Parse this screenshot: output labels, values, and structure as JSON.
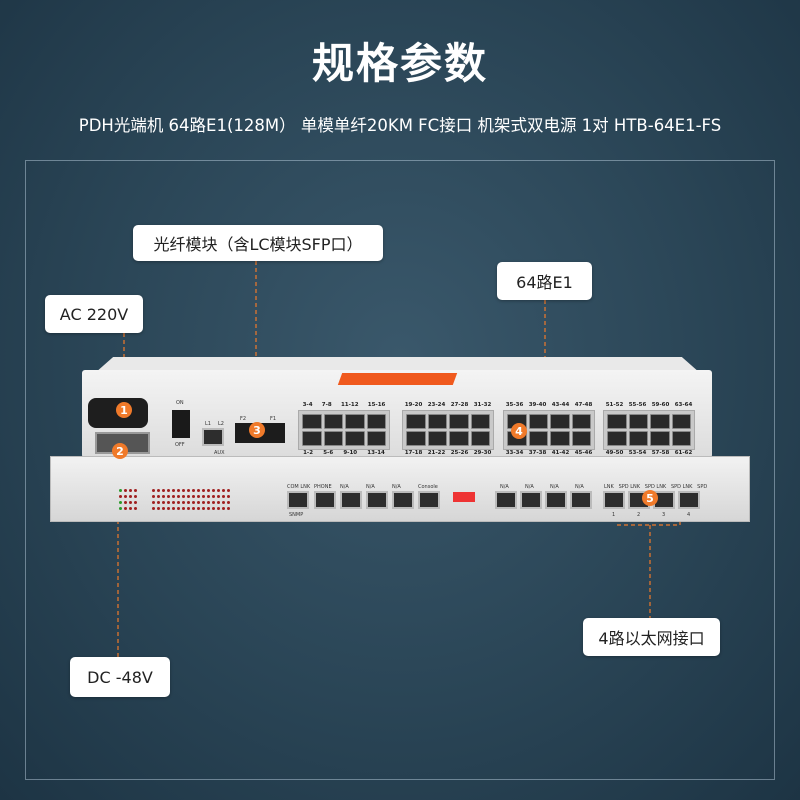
{
  "title": "规格参数",
  "subtitle": "PDH光端机 64路E1(128M） 单模单纤20KM FC接口 机架式双电源 1对 HTB-64E1-FS",
  "callouts": {
    "fiber": "光纤模块（含LC模块SFP口）",
    "e1": "64路E1",
    "ac": "AC 220V",
    "dc": "DC -48V",
    "eth": "4路以太网接口"
  },
  "badges": [
    "1",
    "2",
    "3",
    "4",
    "5"
  ],
  "device": {
    "switch_on": "ON",
    "switch_off": "OFF",
    "aux": "AUX",
    "aux_l1": "L1",
    "aux_l2": "L2",
    "f2": "F2",
    "f1": "F1",
    "e1_top": [
      [
        "3-4",
        "7-8",
        "11-12",
        "15-16"
      ],
      [
        "19-20",
        "23-24",
        "27-28",
        "31-32"
      ],
      [
        "35-36",
        "39-40",
        "43-44",
        "47-48"
      ],
      [
        "51-52",
        "55-56",
        "59-60",
        "63-64"
      ]
    ],
    "e1_bottom": [
      [
        "1-2",
        "5-6",
        "9-10",
        "13-14"
      ],
      [
        "17-18",
        "21-22",
        "25-26",
        "29-30"
      ],
      [
        "33-34",
        "37-38",
        "41-42",
        "45-46"
      ],
      [
        "49-50",
        "53-54",
        "57-58",
        "61-62"
      ]
    ],
    "front_ports": [
      "COM LNK",
      "PHONE",
      "N/A",
      "N/A",
      "N/A",
      "Console"
    ],
    "snmp": "SNMP",
    "na_ports": [
      "N/A",
      "N/A",
      "N/A",
      "N/A"
    ],
    "eth_labels": "LNK   SPD LNK   SPD LNK   SPD LNK   SPD",
    "eth_numbers": [
      "1",
      "2",
      "3",
      "4"
    ]
  },
  "colors": {
    "accent": "#f07a2a",
    "background": "#2a4556"
  }
}
